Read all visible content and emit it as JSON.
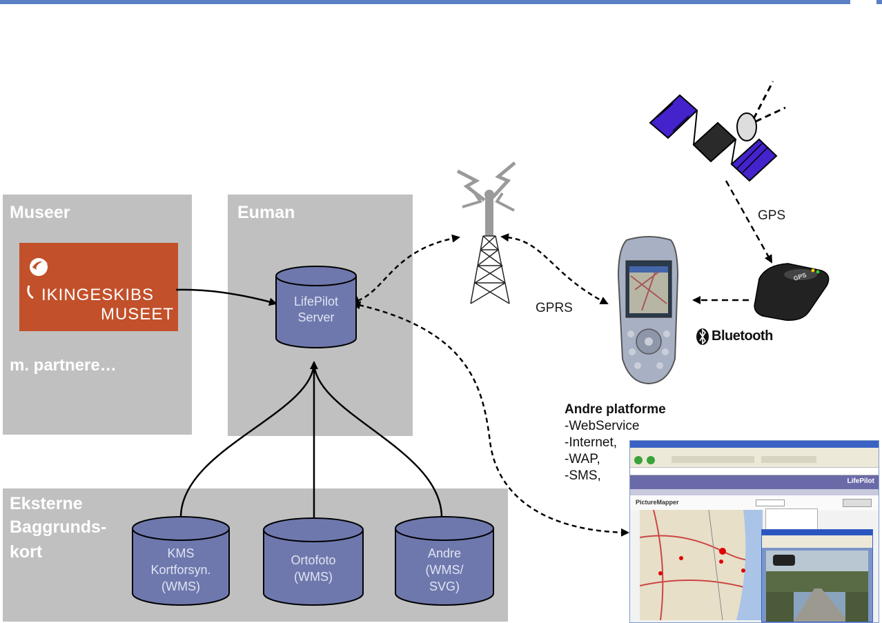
{
  "panels": {
    "museer": {
      "title": "Museer",
      "logo_line1": "IKINGESKIBS",
      "logo_line2": "MUSEET",
      "partners": "m. partnere…"
    },
    "euman": {
      "title": "Euman"
    },
    "eksterne": {
      "title_line1": "Eksterne",
      "title_line2": "Baggrunds-",
      "title_line3": "kort"
    }
  },
  "server": {
    "line1": "LifePilot",
    "line2": "Server"
  },
  "databases": [
    {
      "lines": [
        "KMS",
        "Kortforsyn.",
        "(WMS)"
      ]
    },
    {
      "lines": [
        "Ortofoto",
        "(WMS)"
      ]
    },
    {
      "lines": [
        "Andre",
        "(WMS/",
        "SVG)"
      ]
    }
  ],
  "labels": {
    "gps": "GPS",
    "gprs": "GPRS",
    "bluetooth": "Bluetooth",
    "gps_device": "GPS"
  },
  "platforms": {
    "title": "Andre platforme",
    "items": [
      "-WebService",
      "-Internet,",
      "-WAP,",
      "-SMS,"
    ]
  },
  "screenshot": {
    "brand": "LifePilot",
    "app": "PictureMapper"
  },
  "colors": {
    "panel": "#c0c0c0",
    "cylinder": "#6f78ad",
    "logo": "#c2502a",
    "satellite": "#4422cc"
  }
}
